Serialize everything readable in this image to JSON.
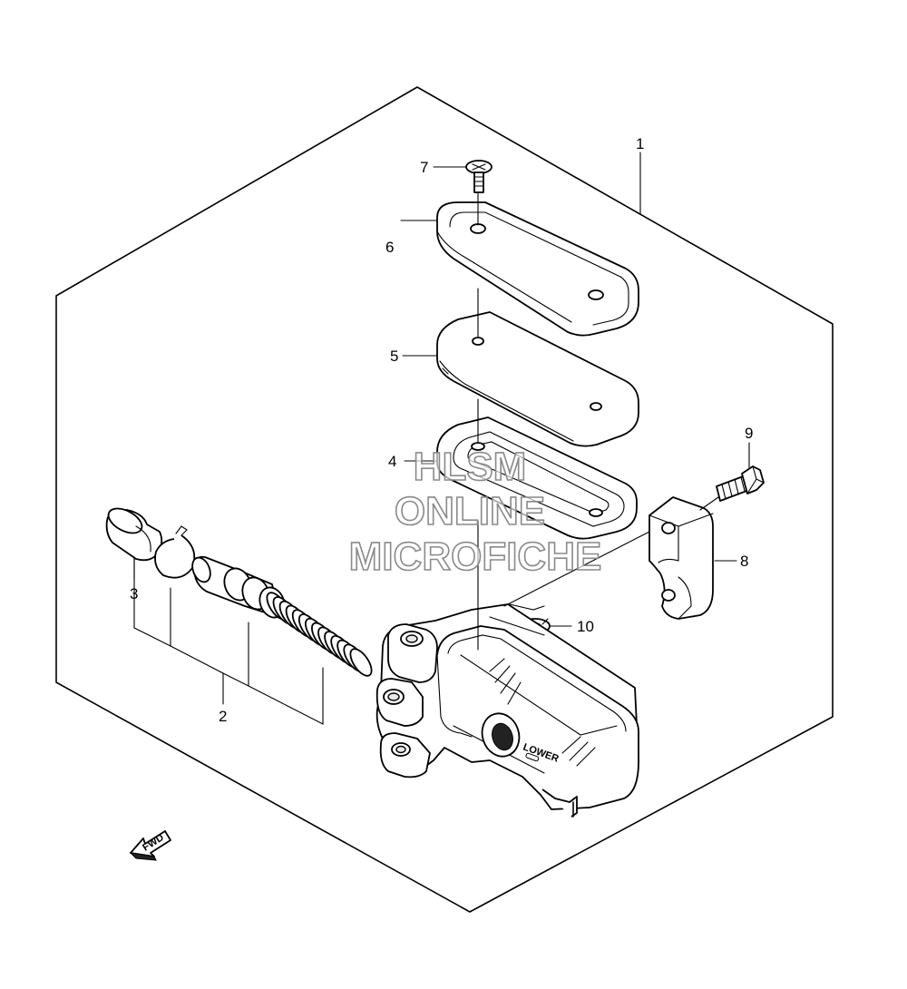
{
  "callouts": [
    {
      "id": "1",
      "label": "1"
    },
    {
      "id": "2",
      "label": "2"
    },
    {
      "id": "3",
      "label": "3"
    },
    {
      "id": "4",
      "label": "4"
    },
    {
      "id": "5",
      "label": "5"
    },
    {
      "id": "6",
      "label": "6"
    },
    {
      "id": "7",
      "label": "7"
    },
    {
      "id": "8",
      "label": "8"
    },
    {
      "id": "9",
      "label": "9"
    },
    {
      "id": "10",
      "label": "10"
    }
  ],
  "watermark": {
    "line1": "HLSM",
    "line2": "ONLINE",
    "line3": "MICROFICHE"
  },
  "direction_label": "FWD",
  "body_marking": "LOWER"
}
